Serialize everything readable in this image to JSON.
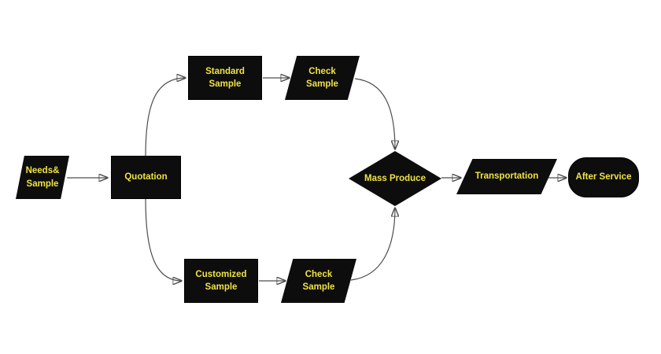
{
  "diagram": {
    "type": "flowchart",
    "colors": {
      "background": "#ffffff",
      "shape_fill": "#0d0d0d",
      "label_text": "#efe342",
      "connector_line": "#4d4d4d",
      "arrowhead": "#000000"
    },
    "nodes": {
      "needs_sample": {
        "label": "Needs&\nSample",
        "shape": "parallelogram"
      },
      "quotation": {
        "label": "Quotation",
        "shape": "rectangle"
      },
      "standard_sample": {
        "label": "Standard\nSample",
        "shape": "rectangle"
      },
      "check_sample_top": {
        "label": "Check\nSample",
        "shape": "parallelogram"
      },
      "customized_sample": {
        "label": "Customized\nSample",
        "shape": "rectangle"
      },
      "check_sample_bottom": {
        "label": "Check\nSample",
        "shape": "parallelogram"
      },
      "mass_produce": {
        "label": "Mass Produce",
        "shape": "diamond"
      },
      "transportation": {
        "label": "Transportation",
        "shape": "parallelogram"
      },
      "after_service": {
        "label": "After Service",
        "shape": "stadium"
      }
    },
    "edges": [
      {
        "from": "needs_sample",
        "to": "quotation"
      },
      {
        "from": "quotation",
        "to": "standard_sample"
      },
      {
        "from": "quotation",
        "to": "customized_sample"
      },
      {
        "from": "standard_sample",
        "to": "check_sample_top"
      },
      {
        "from": "customized_sample",
        "to": "check_sample_bottom"
      },
      {
        "from": "check_sample_top",
        "to": "mass_produce"
      },
      {
        "from": "check_sample_bottom",
        "to": "mass_produce"
      },
      {
        "from": "mass_produce",
        "to": "transportation"
      },
      {
        "from": "transportation",
        "to": "after_service"
      }
    ]
  }
}
